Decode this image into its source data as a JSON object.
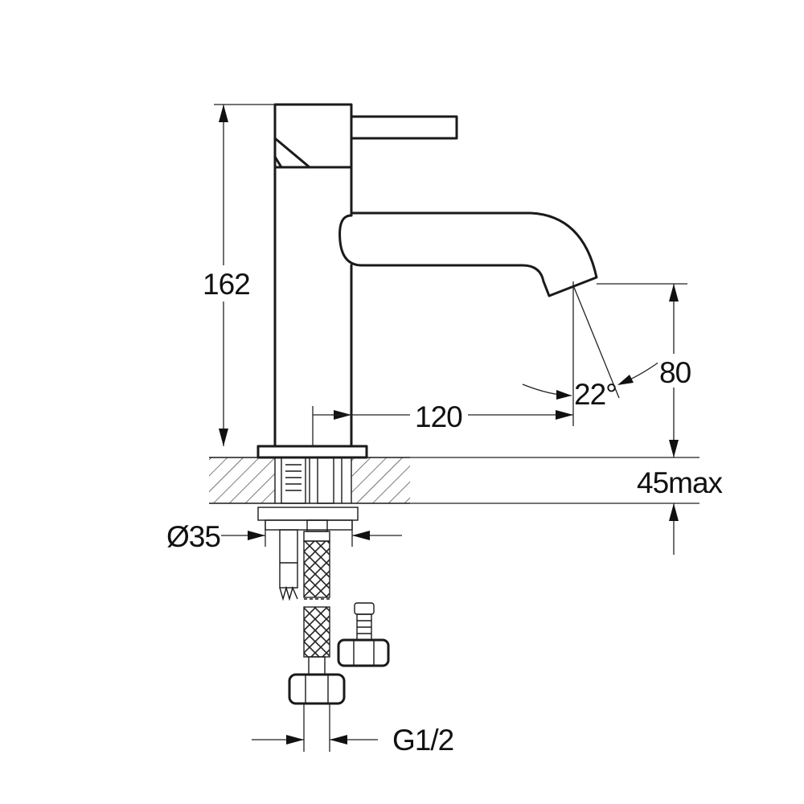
{
  "dimensions": {
    "height_total": "162",
    "spout_reach": "120",
    "spout_height": "80",
    "spout_angle": "22°",
    "deck_thickness": "45max",
    "hole_diameter": "Ø35",
    "connection": "G1/2"
  },
  "colors": {
    "line": "#1a1a1a",
    "background": "#ffffff"
  }
}
